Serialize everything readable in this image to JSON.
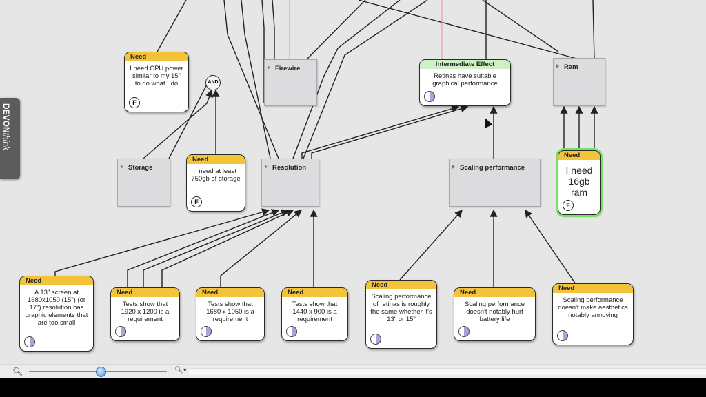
{
  "sidebar_tab": {
    "brand": "DEVON",
    "product": "think"
  },
  "and_gate": {
    "label": "AND"
  },
  "labels": {
    "need": "Need",
    "intermediate_effect": "Intermediate Effect"
  },
  "badges": {
    "fixed": "F"
  },
  "boxes": {
    "firewire": "Firewire",
    "ram": "Ram",
    "storage": "Storage",
    "resolution": "Resolution",
    "scaling_performance": "Scaling performance"
  },
  "effect": {
    "text": "Retinas have suitable graphical performance"
  },
  "needs": {
    "cpu": "I need CPU power similar to my 15\" to do what I do",
    "storage_750": "I need at least 750gb of storage",
    "ram_16": "I need 16gb ram",
    "screen_13": "A 13\" screen at 1680x1050 (15\") (or 17\") resolution has graphic elements that are too small",
    "tests_1920": "Tests show that 1920 x 1200 is a requirement",
    "tests_1680": "Tests show that 1680 x 1050 is a requirement",
    "tests_1440": "Tests show that 1440 x 900 is a requirement",
    "scaling_same": "Scaling performance of retinas is roughly the same whether it's 13\" or 15\"",
    "scaling_battery": "Scaling performance doesn't notably hurt battery life",
    "scaling_aesthetics": "Scaling performance doesn't make aesthetics notably annoying"
  },
  "toolbar": {
    "zoom_level": 0.52
  },
  "colors": {
    "need_header": "#f3c33a",
    "effect_header": "#cdf0c4",
    "selected_glow": "#7ae06a",
    "link_red": "#e8a0a0"
  }
}
